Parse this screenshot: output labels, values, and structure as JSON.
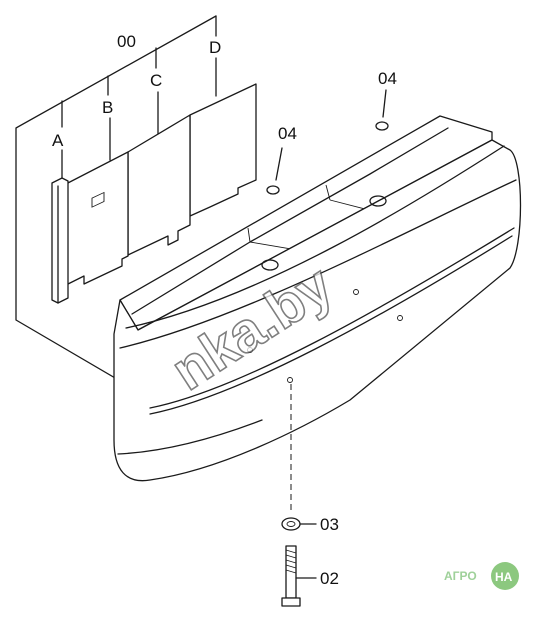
{
  "labels": {
    "group": "00",
    "plate_a": "A",
    "plate_b": "B",
    "plate_c": "C",
    "plate_d": "D",
    "plug_left": "04",
    "plug_right": "04",
    "washer": "03",
    "bolt": "02"
  },
  "watermark": "nka.by",
  "logo": {
    "prefix": "АГРО",
    "badge": "НА",
    "colors": {
      "green": "#8cc87f"
    }
  },
  "colors": {
    "ink": "#1a1a1a",
    "paper": "#ffffff"
  }
}
